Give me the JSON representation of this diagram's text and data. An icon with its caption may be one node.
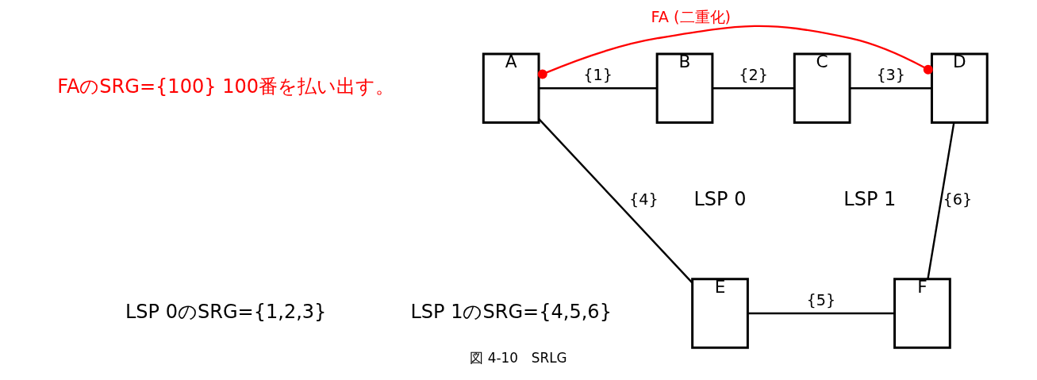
{
  "diagram": {
    "caption": "図 4-10　SRLG",
    "nodes": [
      {
        "text": [
          "A"
        ]
      },
      {
        "text": [
          "B"
        ]
      },
      {
        "text": [
          "C"
        ]
      },
      {
        "text": [
          "D"
        ]
      },
      {
        "text": [
          "E"
        ]
      },
      {
        "text": [
          "F"
        ]
      }
    ],
    "edges": [
      {
        "from": 0,
        "to": 3,
        "arrow": "other",
        "label": "FA (二重化)",
        "color": "#ff0000"
      },
      {
        "from": 0,
        "to": 1,
        "arrow": "none",
        "label": "{1}"
      },
      {
        "from": 1,
        "to": 2,
        "arrow": "none",
        "label": "{2}"
      },
      {
        "from": 2,
        "to": 3,
        "arrow": "none",
        "label": "{3}"
      },
      {
        "from": 0,
        "to": 4,
        "arrow": "none",
        "label": "{4}"
      },
      {
        "from": 4,
        "to": 5,
        "arrow": "none",
        "label": "{5}"
      },
      {
        "from": 5,
        "to": 3,
        "arrow": "none",
        "label": "{6}"
      }
    ],
    "labels": [
      "FAのSRG={100} 100番を払い出す。",
      "LSP 0",
      "LSP 1",
      "LSP 0のSRG={1,2,3}",
      "LSP 1のSRG={4,5,6}"
    ]
  }
}
